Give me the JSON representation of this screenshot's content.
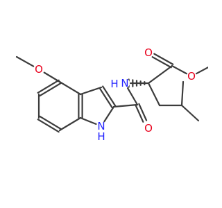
{
  "molecule": {
    "atoms": [
      {
        "id": "O_methoxy",
        "text": "O",
        "color": "#e8001c"
      },
      {
        "id": "N_amide",
        "text": "N",
        "color": "#2323ff"
      },
      {
        "id": "H_amide",
        "text": "H",
        "color": "#2323ff"
      },
      {
        "id": "O_amide",
        "text": "O",
        "color": "#e8001c"
      },
      {
        "id": "N_indole",
        "text": "N",
        "color": "#2323ff"
      },
      {
        "id": "H_indole",
        "text": "H",
        "color": "#2323ff"
      },
      {
        "id": "O_ester_carbonyl",
        "text": "O",
        "color": "#e8001c"
      },
      {
        "id": "O_ester",
        "text": "O",
        "color": "#e8001c"
      }
    ]
  }
}
